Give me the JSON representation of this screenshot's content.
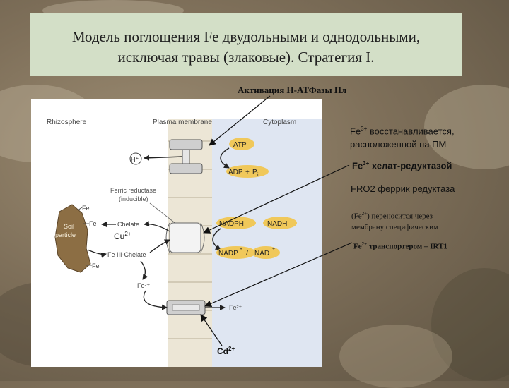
{
  "slide": {
    "title_line1": "Модель поглощения Fe двудольными и однодольными,",
    "title_line2": "исключая травы (злаковые). Стратегия I."
  },
  "annotations": {
    "atpase": "Активация Н-АТФазы Пл",
    "fe3_line1_pre": "Fe",
    "fe3_line1_sup": "3+",
    "fe3_line1_post": " восстанавливается,",
    "fe3_line2": "расположенной на ПМ",
    "fe3_line3_pre": "Fe",
    "fe3_line3_sup": "3+",
    "fe3_line3_post": " хелат-редуктазой",
    "fro2": "FRO2 феррик редуктаза",
    "fe2_line1_pre": "(Fe",
    "fe2_line1_sup": "2+",
    "fe2_line1_post": ") переносится через",
    "fe2_line2": "мембрану специфическим",
    "fe2_line3_pre": "Fe",
    "fe2_line3_sup": "2+",
    "fe2_line3_post": " транспортером – IRT1",
    "cu_pre": "Cu",
    "cu_sup": "2+",
    "cd_pre": "Cd",
    "cd_sup": "2+"
  },
  "figure": {
    "rhizosphere": "Rhizosphere",
    "plasma_membrane": "Plasma membrane",
    "cytoplasm": "Cytoplasm",
    "h_plus": "H⁺",
    "atp": "ATP",
    "adp": "ADP",
    "plus": "+",
    "pi": "P",
    "pi_sub": "i",
    "ferric_reductase_line1": "Ferric reductase",
    "ferric_reductase_line2": "(inducible)",
    "chelate": "Chelate",
    "fe_top": "Fe",
    "fe_mid": "Fe",
    "fe_low": "Fe",
    "soil_line1": "Soil",
    "soil_line2": "particle",
    "fe_iii_chelate": "Fe III-Chelate",
    "fe2_free": "Fe²⁺",
    "fe2_transport": "Fe²⁺",
    "nadph_top": "NADPH",
    "nadh_top": "NADH",
    "nadp": "NADP",
    "nadp_sup": "+",
    "slash": "/",
    "nad": "NAD",
    "nad_sup": "+"
  },
  "colors": {
    "title_bg": "#d3dfc7",
    "figure_bg": "#ffffff",
    "cytoplasm_bg": "#dfe6f2",
    "membrane_bg": "#ece6d6",
    "atp_ellipse": "#f0c85a",
    "soil": "#8c6e44"
  }
}
